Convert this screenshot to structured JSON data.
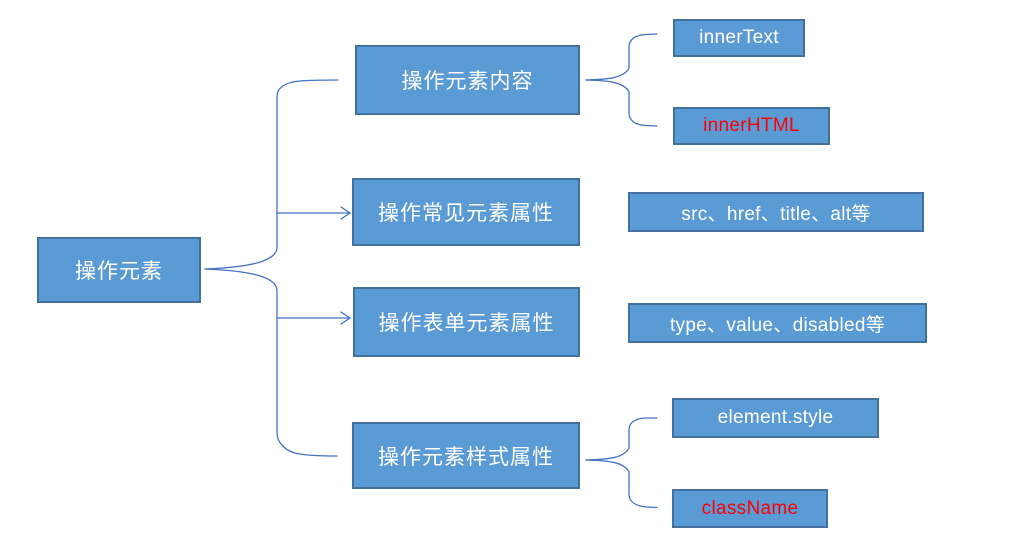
{
  "diagram": {
    "root": {
      "label": "操作元素"
    },
    "branches": [
      {
        "label": "操作元素内容",
        "children": [
          {
            "label": "innerText",
            "text_color": "#FFFFFF"
          },
          {
            "label": "innerHTML",
            "text_color": "#FF0000"
          }
        ]
      },
      {
        "label": "操作常见元素属性",
        "children": [
          {
            "label": "src、href、title、alt等",
            "text_color": "#FFFFFF"
          }
        ]
      },
      {
        "label": "操作表单元素属性",
        "children": [
          {
            "label": "type、value、disabled等",
            "text_color": "#FFFFFF"
          }
        ]
      },
      {
        "label": "操作元素样式属性",
        "children": [
          {
            "label": "element.style",
            "text_color": "#FFFFFF"
          },
          {
            "label": "className",
            "text_color": "#FF0000"
          }
        ]
      }
    ],
    "colors": {
      "node_fill": "#5B9BD5",
      "node_border": "#41719C",
      "connector": "#4472C4",
      "text_white": "#FFFFFF",
      "text_red": "#FF0000",
      "background": "#FFFFFF"
    }
  }
}
